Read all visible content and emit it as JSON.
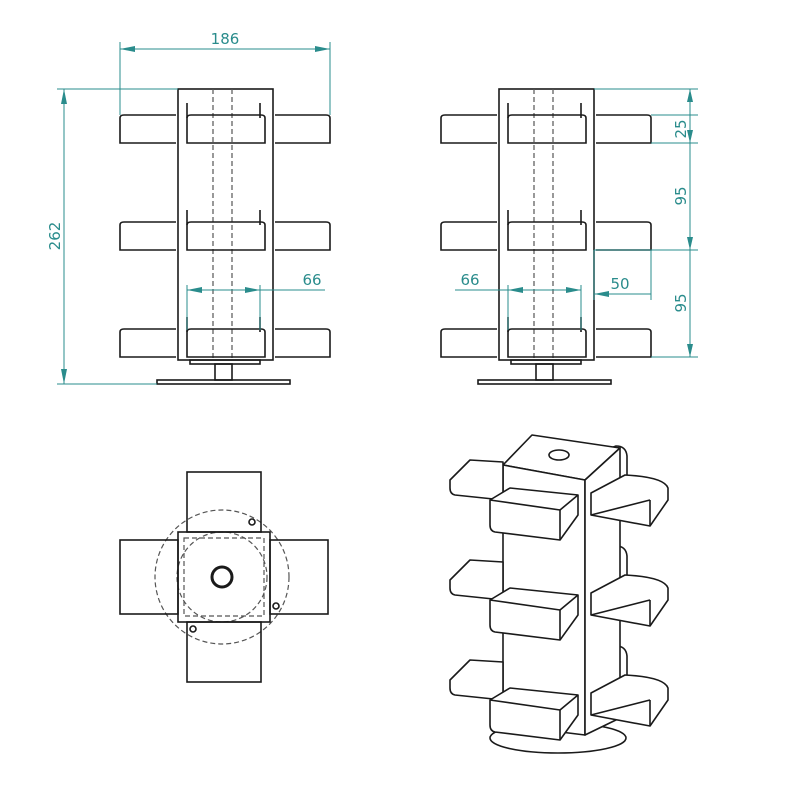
{
  "dimensions": {
    "front_overall_width": "186",
    "front_overall_height": "262",
    "front_tray_width": "66",
    "side_tray_width": "66",
    "side_top_offset": "25",
    "side_spacing_upper": "95",
    "side_spacing_lower": "95",
    "side_tray_depth": "50"
  },
  "colors": {
    "dimension": "#2a8c8c",
    "outline": "#1a1a1a"
  }
}
